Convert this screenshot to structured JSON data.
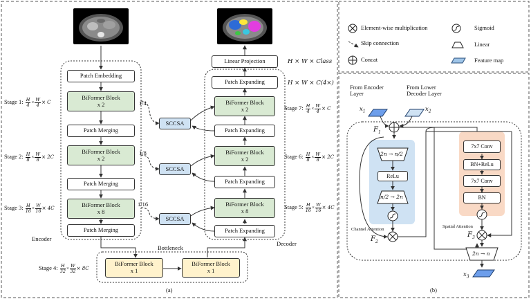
{
  "panel_a": {
    "caption": "(a)",
    "encoder": {
      "label": "Encoder",
      "patch_embedding": "Patch Embedding",
      "stage1_block": "BiFormer Block",
      "stage1_mult": "x 2",
      "merge1": "Patch Merging",
      "stage2_block": "BiFormer Block",
      "stage2_mult": "x 2",
      "merge2": "Patch Merging",
      "stage3_block": "BiFormer Block",
      "stage3_mult": "x 8",
      "merge3": "Patch Merging"
    },
    "bottleneck": {
      "label": "Bottleneck",
      "block1": "BiFormer Block",
      "block1_mult": "x 1",
      "block2": "BiFormer Block",
      "block2_mult": "x 1"
    },
    "decoder": {
      "label": "Decoder",
      "linear_projection": "Linear Projection",
      "expand_top": "Patch Expanding",
      "stage7_block": "BiFormer Block",
      "stage7_mult": "x 2",
      "expand7": "Patch Expanding",
      "stage6_block": "BiFormer Block",
      "stage6_mult": "x 2",
      "expand6": "Patch Expanding",
      "stage5_block": "BiFormer Block",
      "stage5_mult": "x 8",
      "expand5": "Patch Expanding"
    },
    "sccsa": [
      "SCCSA",
      "SCCSA",
      "SCCSA"
    ],
    "ratios": [
      "1/4",
      "1/8",
      "1/16"
    ],
    "stages": {
      "s1": {
        "label": "Stage 1:",
        "h": "H",
        "hd": "4",
        "w": "W",
        "wd": "4",
        "c": "× C"
      },
      "s2": {
        "label": "Stage 2:",
        "h": "H",
        "hd": "8",
        "w": "W",
        "wd": "8",
        "c": "× 2C"
      },
      "s3": {
        "label": "Stage 3:",
        "h": "H",
        "hd": "16",
        "w": "W",
        "wd": "16",
        "c": "× 4C"
      },
      "s4": {
        "label": "Stage 4:",
        "h": "H",
        "hd": "32",
        "w": "W",
        "wd": "32",
        "c": "× 8C"
      },
      "s5": {
        "label": "Stage 5:",
        "h": "H",
        "hd": "16",
        "w": "W",
        "wd": "16",
        "c": "× 4C"
      },
      "s6": {
        "label": "Stage 6:",
        "h": "H",
        "hd": "8",
        "w": "W",
        "wd": "8",
        "c": "× 2C"
      },
      "s7": {
        "label": "Stage 7:",
        "h": "H",
        "hd": "4",
        "w": "W",
        "wd": "4",
        "c": "× C"
      }
    },
    "out_class": "H × W × Class",
    "out_c4": "H × W × C(4×)"
  },
  "legend": {
    "mult": "Element-wise multiplication",
    "skip": "Skip connection",
    "concat": "Concat",
    "sigmoid": "Sigmoid",
    "linear": "Linear",
    "feature_map": "Feature map"
  },
  "panel_b": {
    "caption": "(b)",
    "from_encoder": "From Encoder",
    "from_encoder2": "Layer",
    "from_lower": "From Lower",
    "from_lower2": "Decoder Layer",
    "x1": "x",
    "x1_sub": "1",
    "x2": "x",
    "x2_sub": "2",
    "x3": "x",
    "x3_sub": "3",
    "f1": "F",
    "f1_sub": "1",
    "f2": "F",
    "f2_sub": "2",
    "f3": "F",
    "f3_sub": "3",
    "channel_attention": "Channel Attention",
    "spatial_attention": "Spatial Attention",
    "ca_linear1": "2n → n/2",
    "ca_relu": "ReLu",
    "ca_linear2": "n/2 → 2n",
    "sa_conv1": "7x7 Conv",
    "sa_bnrelu": "BN+ReLu",
    "sa_conv2": "7x7 Conv",
    "sa_bn": "BN",
    "out_linear": "2n → n"
  }
}
